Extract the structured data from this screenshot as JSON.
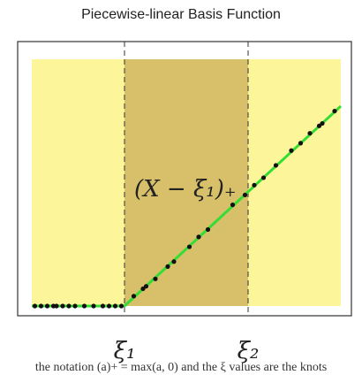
{
  "chart_data": {
    "type": "line",
    "title": "Piecewise-linear Basis Function",
    "xlabel": "",
    "ylabel": "",
    "annotation": "(X − ξ₁)₊",
    "knots": [
      {
        "x": 0.3,
        "label": "ξ₁"
      },
      {
        "x": 0.7,
        "label": "ξ₂"
      }
    ],
    "xlim": [
      0,
      1
    ],
    "ylim": [
      0,
      1
    ],
    "regions": [
      {
        "from": 0.0,
        "to": 0.3,
        "color": "#fdf59a"
      },
      {
        "from": 0.3,
        "to": 0.7,
        "color": "#d8c06a"
      },
      {
        "from": 0.7,
        "to": 1.0,
        "color": "#fdf59a"
      }
    ],
    "series": [
      {
        "kind": "line",
        "color": "#33dd33",
        "x": [
          0.0,
          0.3,
          1.0
        ],
        "y": [
          0.0,
          0.0,
          0.81
        ]
      },
      {
        "kind": "points",
        "color": "#111111",
        "x": [
          0.01,
          0.03,
          0.05,
          0.07,
          0.08,
          0.1,
          0.12,
          0.14,
          0.17,
          0.2,
          0.23,
          0.25,
          0.27,
          0.29,
          0.33,
          0.36,
          0.37,
          0.4,
          0.44,
          0.46,
          0.51,
          0.54,
          0.57,
          0.65,
          0.69,
          0.72,
          0.75,
          0.79,
          0.84,
          0.87,
          0.9,
          0.93,
          0.94,
          0.98
        ],
        "y": [
          0.0,
          0.0,
          0.0,
          0.0,
          0.0,
          0.0,
          0.0,
          0.0,
          0.0,
          0.0,
          0.0,
          0.0,
          0.0,
          0.0,
          0.04,
          0.07,
          0.08,
          0.11,
          0.16,
          0.18,
          0.24,
          0.28,
          0.31,
          0.41,
          0.45,
          0.49,
          0.52,
          0.57,
          0.63,
          0.66,
          0.7,
          0.73,
          0.74,
          0.79
        ]
      }
    ]
  },
  "caption": "the notation (a)+ = max(a, 0) and the ξ values are the knots"
}
